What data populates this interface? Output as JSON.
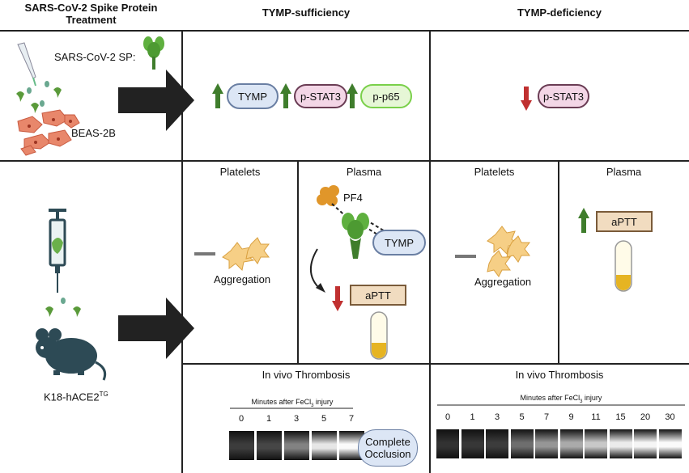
{
  "headers": {
    "treatment": "SARS-CoV-2 Spike Protein\nTreatment",
    "sufficiency": "TYMP-sufficiency",
    "deficiency": "TYMP-deficiency"
  },
  "cell_panel": {
    "sp_label": "SARS-CoV-2 SP:",
    "cell_line": "BEAS-2B"
  },
  "sufficiency_row1": {
    "items": [
      "TYMP",
      "p-STAT3",
      "p-p65"
    ]
  },
  "deficiency_row1": {
    "items": [
      "p-STAT3"
    ]
  },
  "mouse_panel": {
    "label": "K18-hACE2",
    "superscript": "TG"
  },
  "sufficiency_row2": {
    "platelets_title": "Platelets",
    "platelets_label": "Aggregation",
    "plasma_title": "Plasma",
    "pf4": "PF4",
    "tymp": "TYMP",
    "aptt": "aPTT"
  },
  "deficiency_row2": {
    "platelets_title": "Platelets",
    "platelets_label": "Aggregation",
    "plasma_title": "Plasma",
    "aptt": "aPTT"
  },
  "thrombosis_left": {
    "title": "In vivo Thrombosis",
    "axis_label": "Minutes after FeCl",
    "axis_sub": "3",
    "axis_suffix": " injury",
    "minutes": [
      "0",
      "1",
      "3",
      "5",
      "7"
    ],
    "complete_line1": "Complete",
    "complete_line2": "Occlusion"
  },
  "thrombosis_right": {
    "title": "In vivo Thrombosis",
    "axis_label": "Minutes after FeCl",
    "axis_sub": "3",
    "axis_suffix": " injury",
    "minutes": [
      "0",
      "1",
      "3",
      "5",
      "7",
      "9",
      "11",
      "15",
      "20",
      "30"
    ]
  },
  "colors": {
    "up_arrow": "#3f7d2c",
    "down_arrow": "#c03030",
    "tymp_fill": "#dce6f5",
    "stat3_fill": "#f3d6e6",
    "p65_fill": "#e6f7d6",
    "p65_border": "#7ad04a",
    "aptt_fill": "#f1dcc0"
  }
}
